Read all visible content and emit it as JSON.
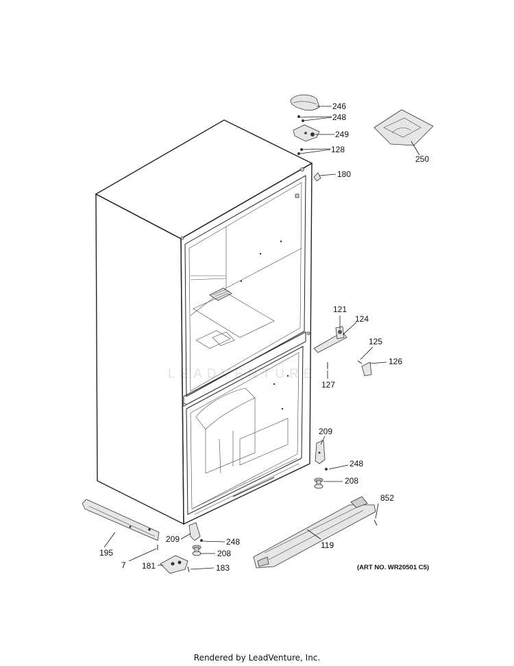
{
  "diagram": {
    "watermark": "LEADVENTURE",
    "art_number": "(ART NO. WR20501 C5)",
    "footer": "Rendered by LeadVenture, Inc.",
    "part_numbers": {
      "p246": "246",
      "p248_top": "248",
      "p249": "249",
      "p128": "128",
      "p250": "250",
      "p180": "180",
      "p121": "121",
      "p124": "124",
      "p125": "125",
      "p126": "126",
      "p127": "127",
      "p209_right": "209",
      "p248_right": "248",
      "p208_right": "208",
      "p852": "852",
      "p119": "119",
      "p195": "195",
      "p209_left": "209",
      "p248_left": "248",
      "p208_left": "208",
      "p7": "7",
      "p181": "181",
      "p183": "183"
    }
  }
}
